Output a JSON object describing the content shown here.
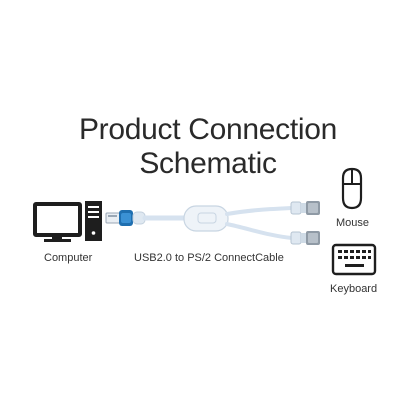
{
  "title": {
    "line1": "Product Connection",
    "line2": "Schematic"
  },
  "labels": {
    "computer": "Computer",
    "cable": "USB2.0 to PS/2 ConnectCable",
    "mouse": "Mouse",
    "keyboard": "Keyboard"
  },
  "icons": {
    "computer": "desktop-computer-icon",
    "mouse": "mouse-icon",
    "keyboard": "keyboard-icon",
    "cable": "usb-to-ps2-cable"
  },
  "colors": {
    "icon": "#1e1e1e",
    "cable": "#d6e2ef",
    "usb_accent": "#1f6fb0",
    "background": "#ffffff"
  }
}
